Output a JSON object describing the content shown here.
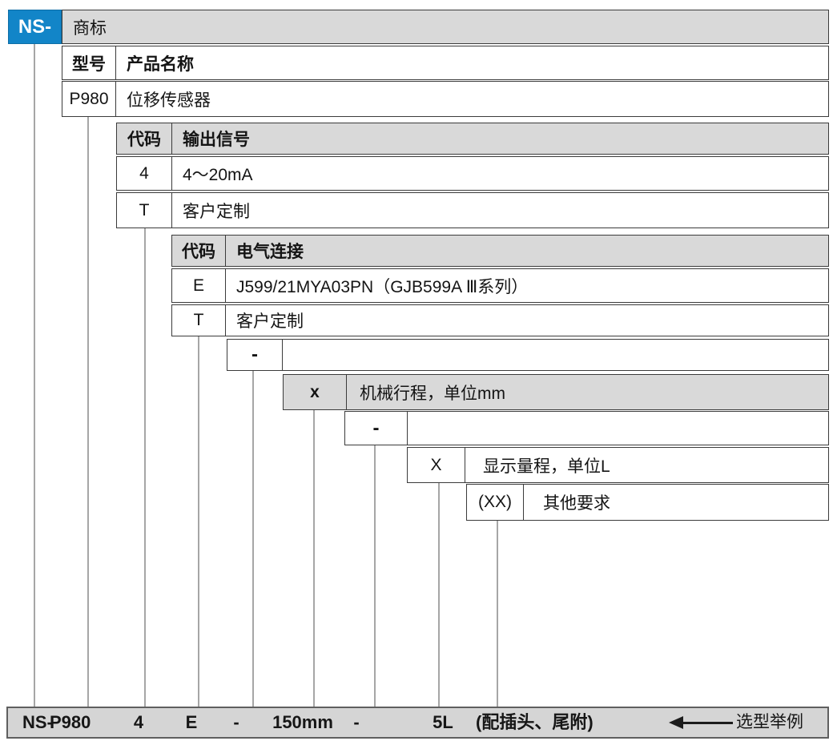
{
  "brand": {
    "code": "NS-",
    "label": "商标"
  },
  "model": {
    "col_code": "型号",
    "col_name": "产品名称",
    "rows": [
      {
        "code": "P980",
        "name": "位移传感器"
      }
    ]
  },
  "output_signal": {
    "col_code": "代码",
    "col_name": "输出信号",
    "rows": [
      {
        "code": "4",
        "name": "4～20mA"
      },
      {
        "code": "T",
        "name": "客户定制"
      }
    ]
  },
  "electrical": {
    "col_code": "代码",
    "col_name": "电气连接",
    "rows": [
      {
        "code": "E",
        "name": "J599/21MYA03PN（GJB599A Ⅲ系列）"
      },
      {
        "code": "T",
        "name": "客户定制"
      }
    ]
  },
  "dash1": "-",
  "stroke": {
    "code": "x",
    "label": "机械行程，单位mm"
  },
  "dash2": "-",
  "range": {
    "code": "X",
    "label": "显示量程，单位L"
  },
  "other": {
    "code": "(XX)",
    "label": "其他要求"
  },
  "example": {
    "prefix": "NS-",
    "model": "P980",
    "signal": "4",
    "connection": "E",
    "dash1": "-",
    "stroke": "150mm",
    "dash2": "-",
    "range": "5L",
    "other": "(配插头、尾附)",
    "caption": "选型举例"
  },
  "colors": {
    "accent_blue": "#1285c8",
    "header_gray": "#d9d9d9",
    "example_bar_gray": "#d5d5d5",
    "border_dark": "#3b3b3b",
    "connector_gray": "#a6a6a6"
  }
}
